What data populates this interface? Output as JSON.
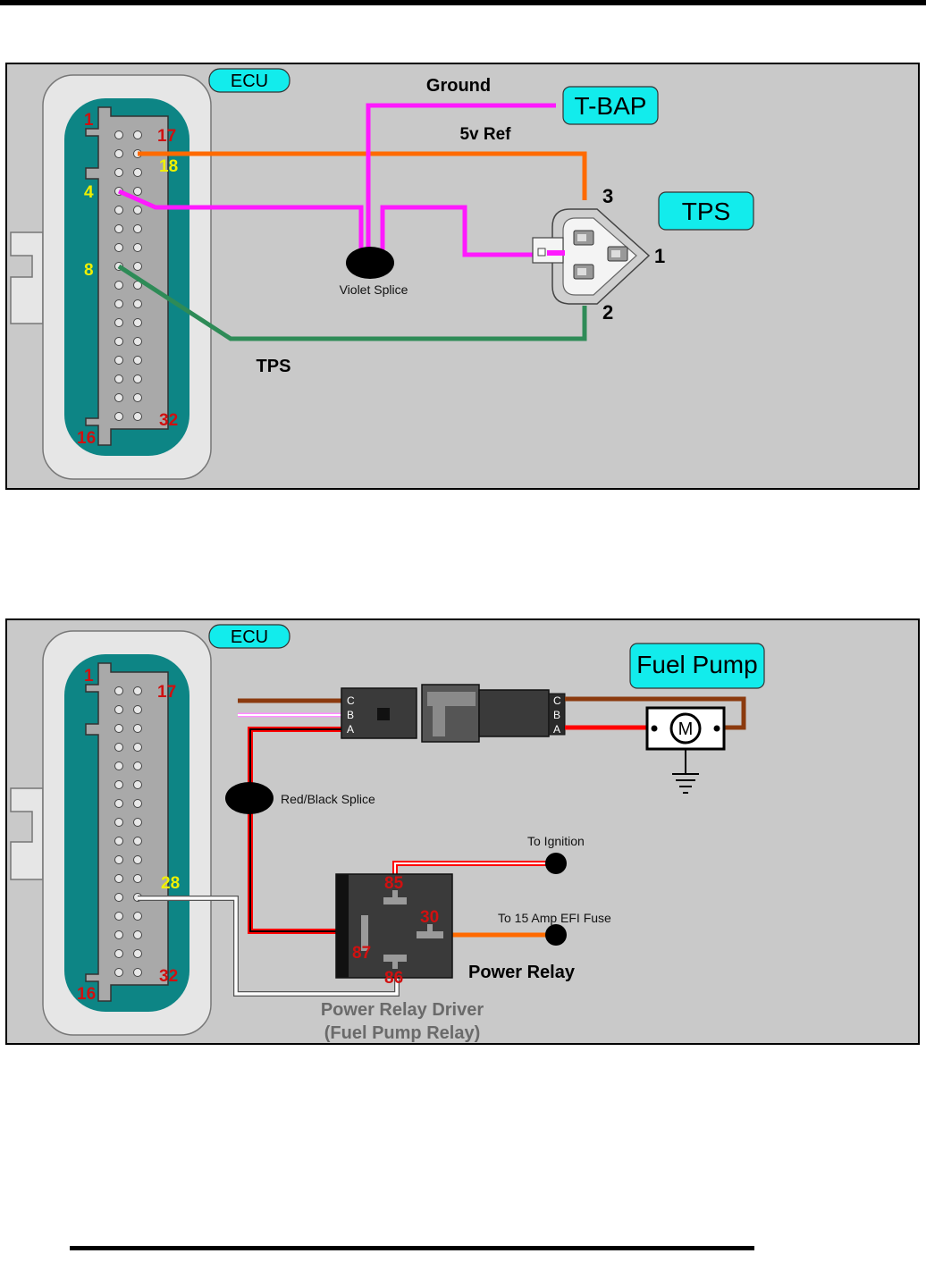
{
  "colors": {
    "panel_bg": "#c9c9c9",
    "ecu_body": "#e6e6e6",
    "ecu_face": "#0d8585",
    "pin_block": "#a9a9a9",
    "callout": "#12ecec",
    "pin_number_red": "#d01010",
    "pin_number_yellow": "#f0f000",
    "wire_orange": "#ff6a00",
    "wire_magenta": "#ff19ff",
    "wire_green": "#2e8b57",
    "wire_brown": "#8b3a0e",
    "wire_red": "#ff0000",
    "wire_black": "#000000",
    "wire_white": "#ffffff",
    "wire_pink": "#ff8cff"
  },
  "diagram1": {
    "ecu_label": "ECU",
    "pin_numbers": {
      "p1": "1",
      "p17": "17",
      "p18": "18",
      "p4": "4",
      "p8": "8",
      "p32": "32",
      "p16": "16"
    },
    "sensor_tbap": "T-BAP",
    "sensor_tps": "TPS",
    "wire_ground": "Ground",
    "wire_5v_ref": "5v Ref",
    "wire_tps": "TPS",
    "splice_label": "Violet Splice",
    "tps_terminals": {
      "t1": "1",
      "t2": "2",
      "t3": "3"
    }
  },
  "diagram2": {
    "ecu_label": "ECU",
    "pin_numbers": {
      "p1": "1",
      "p17": "17",
      "p28": "28",
      "p32": "32",
      "p16": "16"
    },
    "fuel_pump_label": "Fuel Pump",
    "motor_symbol": "M",
    "connector_pins_left": [
      "C",
      "B",
      "A"
    ],
    "connector_pins_right": [
      "C",
      "B",
      "A"
    ],
    "splice_label": "Red/Black Splice",
    "to_ignition": "To Ignition",
    "to_fuse": "To 15 Amp EFI Fuse",
    "relay_terminals": {
      "t85": "85",
      "t30": "30",
      "t87": "87",
      "t86": "86"
    },
    "relay_label": "Power Relay",
    "driver_label_line1": "Power Relay Driver",
    "driver_label_line2": "(Fuel Pump Relay)"
  }
}
